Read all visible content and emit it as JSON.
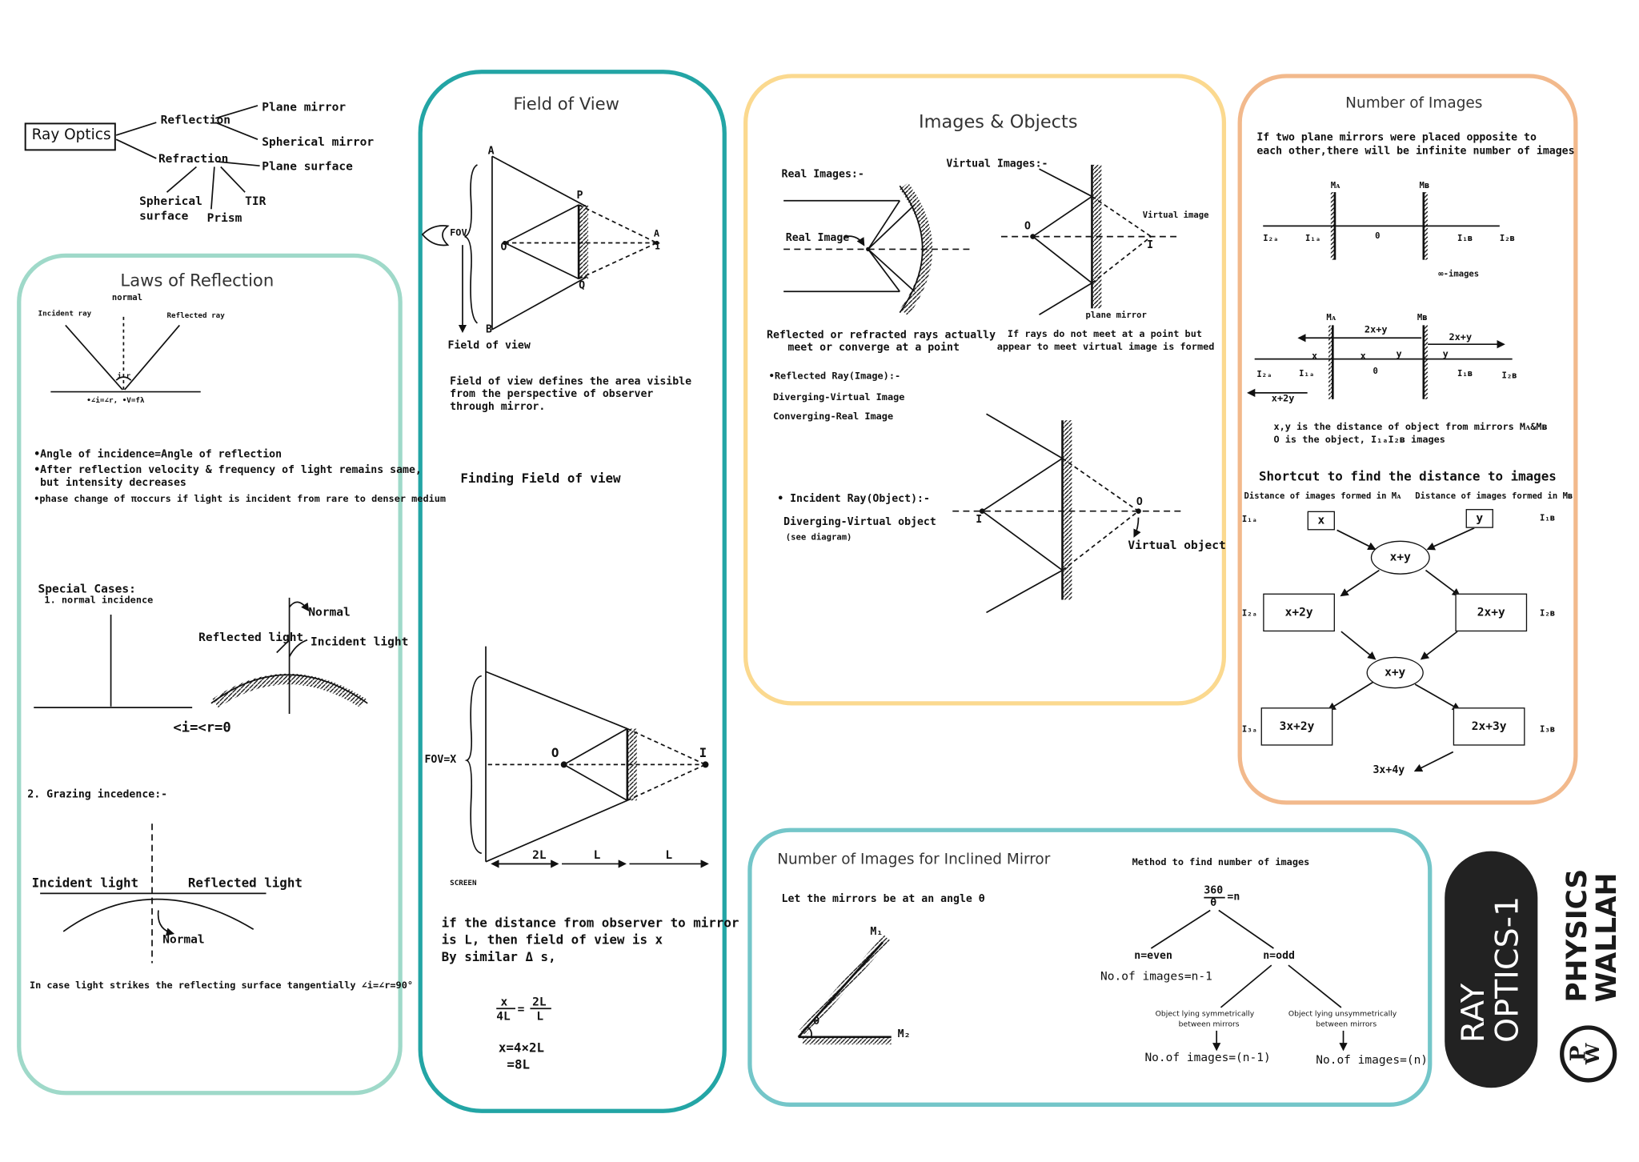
{
  "mindmap": {
    "root": "Ray Optics",
    "reflection": "Reflection",
    "refraction": "Refraction",
    "plane_mirror": "Plane mirror",
    "spherical_mirror": "Spherical mirror",
    "plane_surface": "Plane surface",
    "spherical_surface_1": "Spherical",
    "spherical_surface_2": "surface",
    "prism": "Prism",
    "tir": "TIR"
  },
  "laws": {
    "title": "Laws of Reflection",
    "normal": "normal",
    "incident_ray": "Incident ray",
    "reflected_ray": "Reflected ray",
    "i_r": "i r",
    "relation": "•∠i=∠r,  •V=fλ",
    "bullet1": "•Angle of incidence=Angle of reflection",
    "bullet2a": "•After reflection velocity & frequency of light remains same,",
    "bullet2b": "but intensity decreases",
    "bullet3": "•phase change of πoccurs if light is incident from rare to denser medium",
    "special_cases": "Special Cases:",
    "normal_incidence": "1. normal incidence",
    "reflected_light": "Reflected light",
    "normal_label": "Normal",
    "incident_light": "Incident light",
    "i_r_zero": "<i=<r=0",
    "grazing": "2. Grazing incedence:-",
    "grazing_incident": "Incident light",
    "grazing_reflected": "Reflected light",
    "grazing_normal": "Normal",
    "tangential": "In case light strikes the reflecting surface tangentially ∠i=∠r=90°"
  },
  "fov": {
    "title": "Field of View",
    "a": "A",
    "p": "P",
    "fov": "FOV",
    "o": "O",
    "q": "Q",
    "b": "B",
    "a_img": "A",
    "i_img": "I",
    "field_of_view": "Field of view",
    "def1": "Field of view defines the area visible",
    "def2": "from the perspective of observer",
    "def3": "through mirror.",
    "finding": "Finding Field of view",
    "fov_x": "FOV=X",
    "o2": "O",
    "i2": "I",
    "d2l": "2L",
    "dl1": "L",
    "dl2": "L",
    "screen": "SCREEN",
    "dist1": "if the distance from observer to mirror",
    "dist2": "is L, then field of view is x",
    "dist3": "By similar Δ s,",
    "frac_num1": "x",
    "frac_den1": "4L",
    "eq": "=",
    "frac_num2": "2L",
    "frac_den2": "L",
    "res1": "x=4×2L",
    "res2": "=8L"
  },
  "images": {
    "title": "Images & Objects",
    "real_images": "Real Images:-",
    "real_image": "Real Image",
    "virtual_images": "Virtual Images:-",
    "o": "O",
    "virtual_image": "Virtual image",
    "i": "I",
    "plane_mirror": "plane mirror",
    "real_desc1": "Reflected or refracted rays actually",
    "real_desc2": "meet or converge at a point",
    "virt_desc1": "If rays do not meet at a point but",
    "virt_desc2": "appear to meet virtual image is formed",
    "refl_ray": "•Reflected Ray(Image):-",
    "div_virtual": "Diverging-Virtual Image",
    "conv_real": "Converging-Real Image",
    "inc_ray": "• Incident Ray(Object):-",
    "div_obj": "Diverging-Virtual object",
    "see_diag": "(see diagram)",
    "i2": "I",
    "o2": "O",
    "virtual_object": "Virtual object"
  },
  "number": {
    "title": "Number of Images",
    "intro1": "If two plane mirrors were placed opposite to",
    "intro2": "each other,there will be infinite number of images",
    "ma": "Mᴀ",
    "mb": "Mʙ",
    "i2a": "I₂ₐ",
    "i1a": "I₁ₐ",
    "zero": "0",
    "i1b": "I₁ʙ",
    "i2b": "I₂ʙ",
    "inf_images": "∞-images",
    "ma2": "Mᴀ",
    "mb2": "Mʙ",
    "two_x_y_a": "2x+y",
    "two_x_y_b": "2x+y",
    "x1": "x",
    "x2": "x",
    "y1": "y",
    "y2": "y",
    "i2a2": "I₂ₐ",
    "i1a2": "I₁ₐ",
    "zero2": "0",
    "i1b2": "I₁ʙ",
    "i2b2": "I₂ʙ",
    "x_2y": "x+2y",
    "xy_desc1": "x,y is the distance of object from mirrors Mᴀ&Mʙ",
    "xy_desc2": "O is the object, I₁ₐI₂ʙ images",
    "shortcut": "Shortcut to find the distance to images",
    "dist_ma": "Distance of images formed in Mᴀ",
    "dist_mb": "Distance of images formed in Mʙ",
    "i1a_f": "I₁ₐ",
    "x_box": "x",
    "y_box": "y",
    "i1b_f": "I₁ʙ",
    "xpy1": "x+y",
    "i2a_f": "I₂ₐ",
    "xp2y": "x+2y",
    "tx_py": "2x+y",
    "i2b_f": "I₂ʙ",
    "xpy2": "x+y",
    "i3a_f": "I₃ₐ",
    "thx2y": "3x+2y",
    "twx3y": "2x+3y",
    "i3b_f": "I₃ʙ",
    "thx4y": "3x+4y"
  },
  "inclined": {
    "title": "Number of Images for Inclined Mirror",
    "let_mirrors": "Let the mirrors be at an angle θ",
    "m1": "M₁",
    "m2": "M₂",
    "theta": "θ",
    "method": "Method to find number of images",
    "frac_num": "360",
    "frac_den": "θ",
    "eq_n": "=n",
    "n_even": "n=even",
    "n_odd": "n=odd",
    "no_images_n1": "No.of images=n-1",
    "sym1": "Object lying symmetrically",
    "sym2": "between mirrors",
    "unsym1": "Object lying unsymmetrically",
    "unsym2": "between mirrors",
    "res_sym": "No.of images=(n-1)",
    "res_unsym": "No.of images=(n)"
  },
  "brand": {
    "label": "RAY\nOPTICS-1",
    "company": "PHYSICS\nWALLAH",
    "logo_letters": "PW"
  }
}
